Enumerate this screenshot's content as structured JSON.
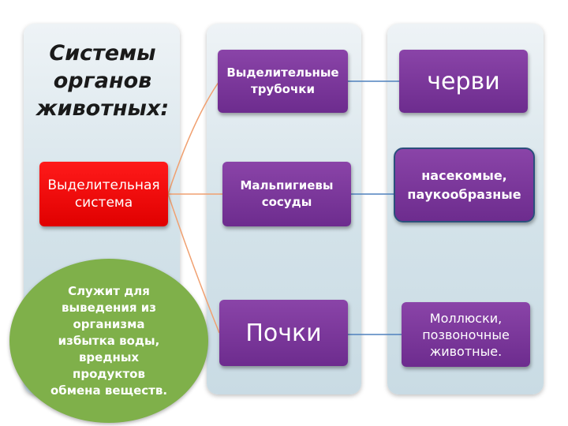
{
  "title": "Системы органов животных:",
  "main_box": "Выделительная система",
  "organs": {
    "tubules": "Выделительные трубочки",
    "malpighian": "Мальпигиевы сосуды",
    "kidneys": "Почки"
  },
  "animals": {
    "worms": "черви",
    "insects": "насекомые, паукообразные",
    "molluscs": "Моллюски, позвоночные животные."
  },
  "function_text": "Служит для выведения из организма избытка воды, вредных продуктов обмена веществ.",
  "colors": {
    "main_box": "#ff0000",
    "organ_boxes": "#7030a0",
    "circle": "#7fb04a",
    "connector_orange": "#f0a070",
    "connector_blue": "#4f81bd"
  }
}
